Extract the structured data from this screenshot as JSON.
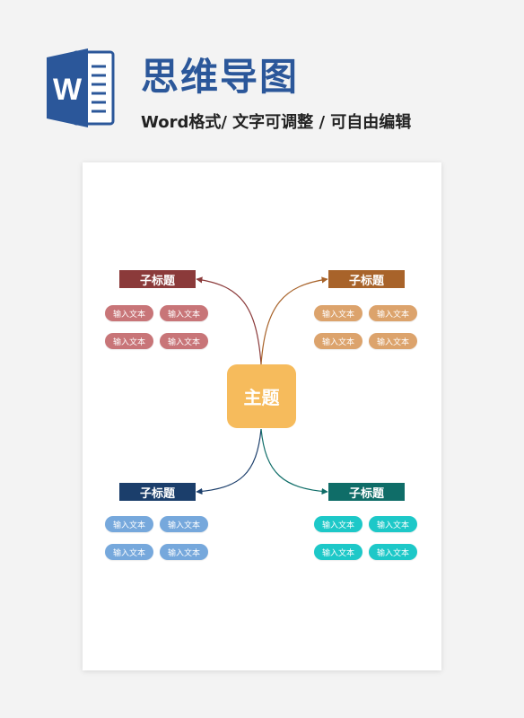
{
  "header": {
    "logo_letter": "W",
    "title": "思维导图",
    "subtitle": "Word格式/ 文字可调整 / 可自由编辑"
  },
  "mindmap": {
    "center_label": "主题",
    "branches": [
      {
        "id": "top-left",
        "label": "子标题",
        "color": "#8b3a3a",
        "pill_color": "#c87578",
        "items": [
          "输入文本",
          "输入文本",
          "输入文本",
          "输入文本"
        ]
      },
      {
        "id": "top-right",
        "label": "子标题",
        "color": "#a8632a",
        "pill_color": "#dca36c",
        "items": [
          "输入文本",
          "输入文本",
          "输入文本",
          "输入文本"
        ]
      },
      {
        "id": "bottom-left",
        "label": "子标题",
        "color": "#1b3e6b",
        "pill_color": "#76a8dc",
        "items": [
          "输入文本",
          "输入文本",
          "输入文本",
          "输入文本"
        ]
      },
      {
        "id": "bottom-right",
        "label": "子标题",
        "color": "#0f6d68",
        "pill_color": "#1dc8c8",
        "items": [
          "输入文本",
          "输入文本",
          "输入文本",
          "输入文本"
        ]
      }
    ]
  },
  "colors": {
    "brand": "#2b579a",
    "center": "#f6bb5c"
  }
}
